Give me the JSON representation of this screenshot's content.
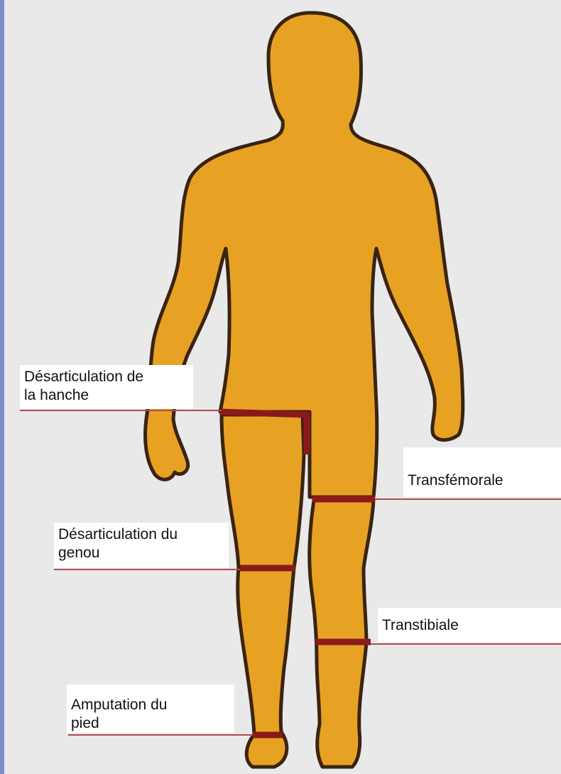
{
  "labels": {
    "hip": "Désarticulation de\nla hanche",
    "transfemoral": "Transfémorale",
    "knee": "Désarticulation du\ngenou",
    "transtibial": "Transtibiale",
    "foot": "Amputation du\npied"
  },
  "colors": {
    "body_fill": "#e8a223",
    "body_outline": "#3a2410",
    "cut_line": "#8a1a1a",
    "leader_line": "#b04a52",
    "background": "#e9e9e9",
    "left_border": "#7f8cc7"
  }
}
